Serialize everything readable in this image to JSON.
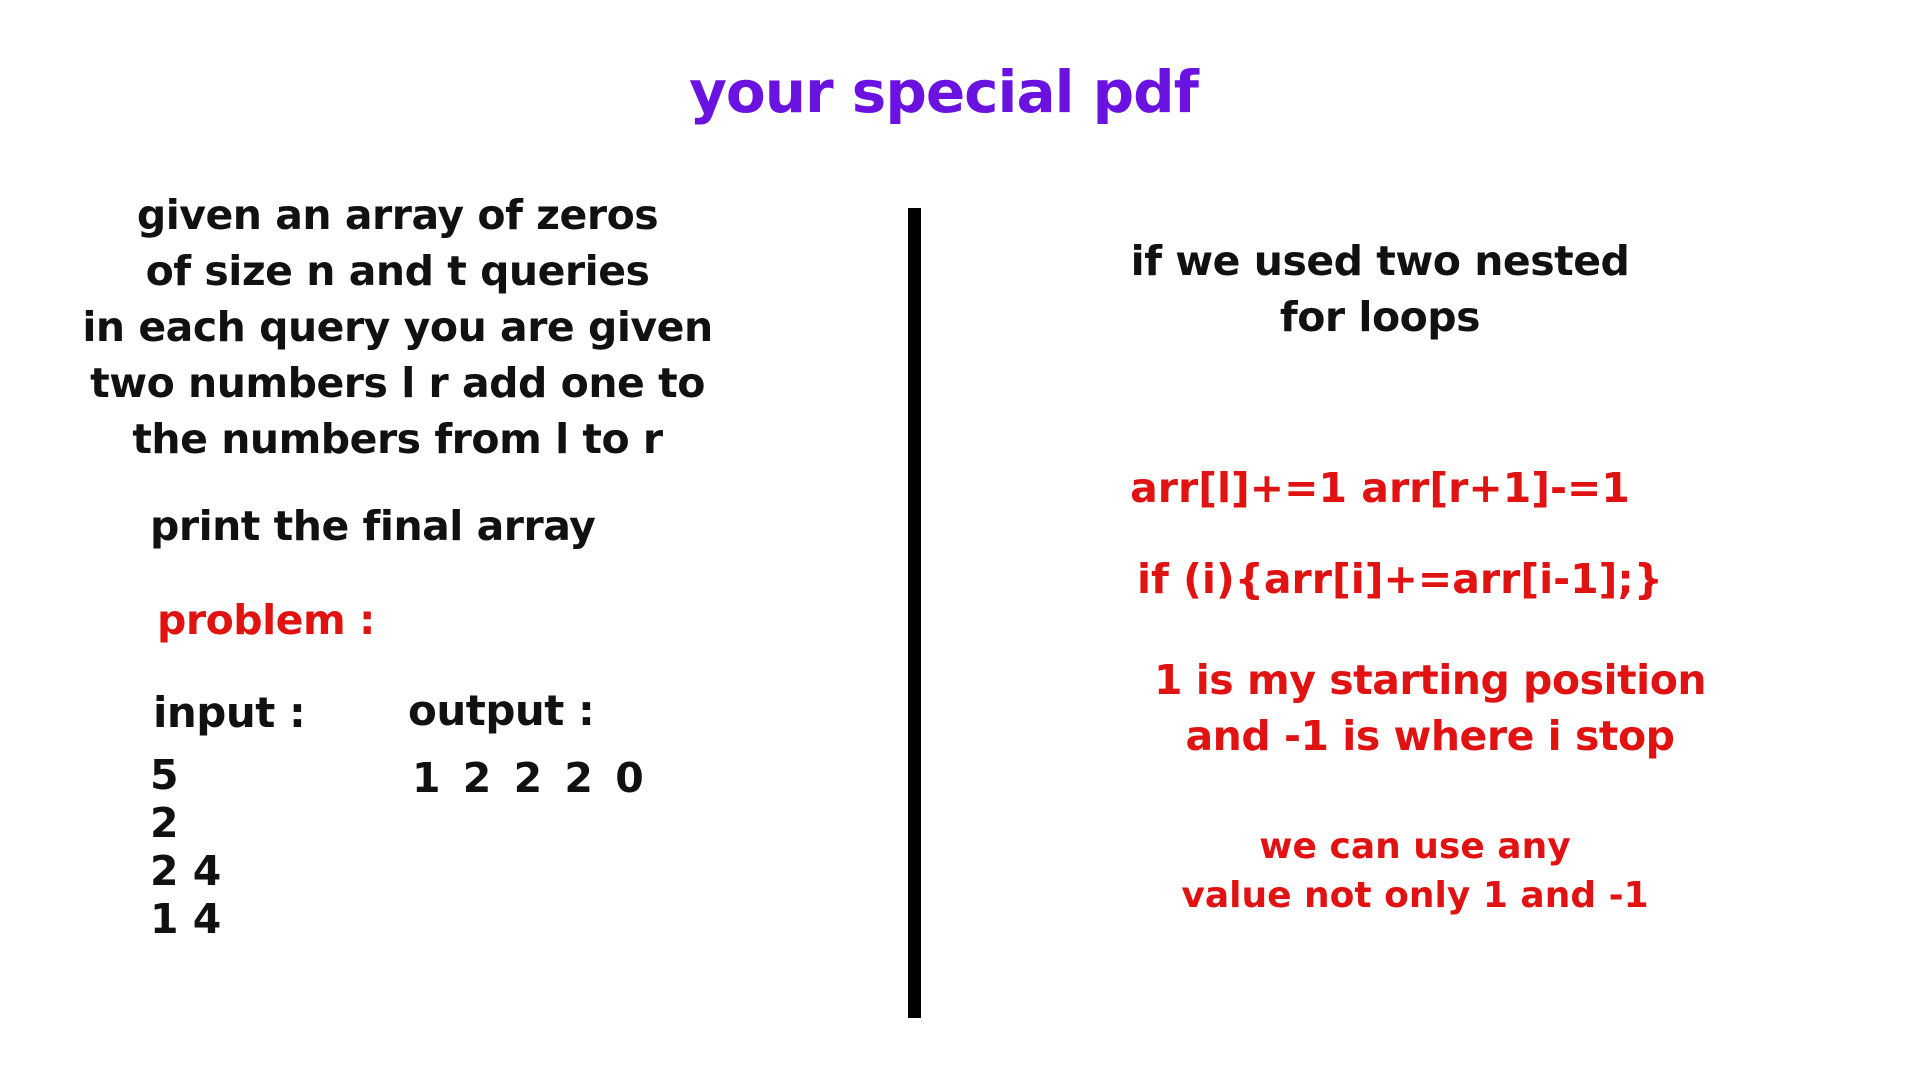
{
  "title": "your special pdf",
  "colors": {
    "title": "#6a12e0",
    "text": "#111111",
    "accent": "#e01212",
    "divider": "#000000"
  },
  "left": {
    "description": "given an array of zeros\nof size n and t queries\nin each query you are given\ntwo numbers l r add one to\nthe numbers from l to r",
    "print_line": "print the final array",
    "problem_label": "problem :",
    "input_label": "input :",
    "input_values": "5\n2\n2 4\n1 4",
    "output_label": "output :",
    "output_values": "1 2 2 2 0"
  },
  "right": {
    "nested_loops": "if we used two nested\nfor loops",
    "code_update": "arr[l]+=1 arr[r+1]-=1",
    "code_prefix": "if (i){arr[i]+=arr[i-1];}",
    "note_start_stop": "1 is my starting position\nand -1 is where i stop",
    "note_any_value": "we can use any\nvalue not only 1 and -1"
  }
}
